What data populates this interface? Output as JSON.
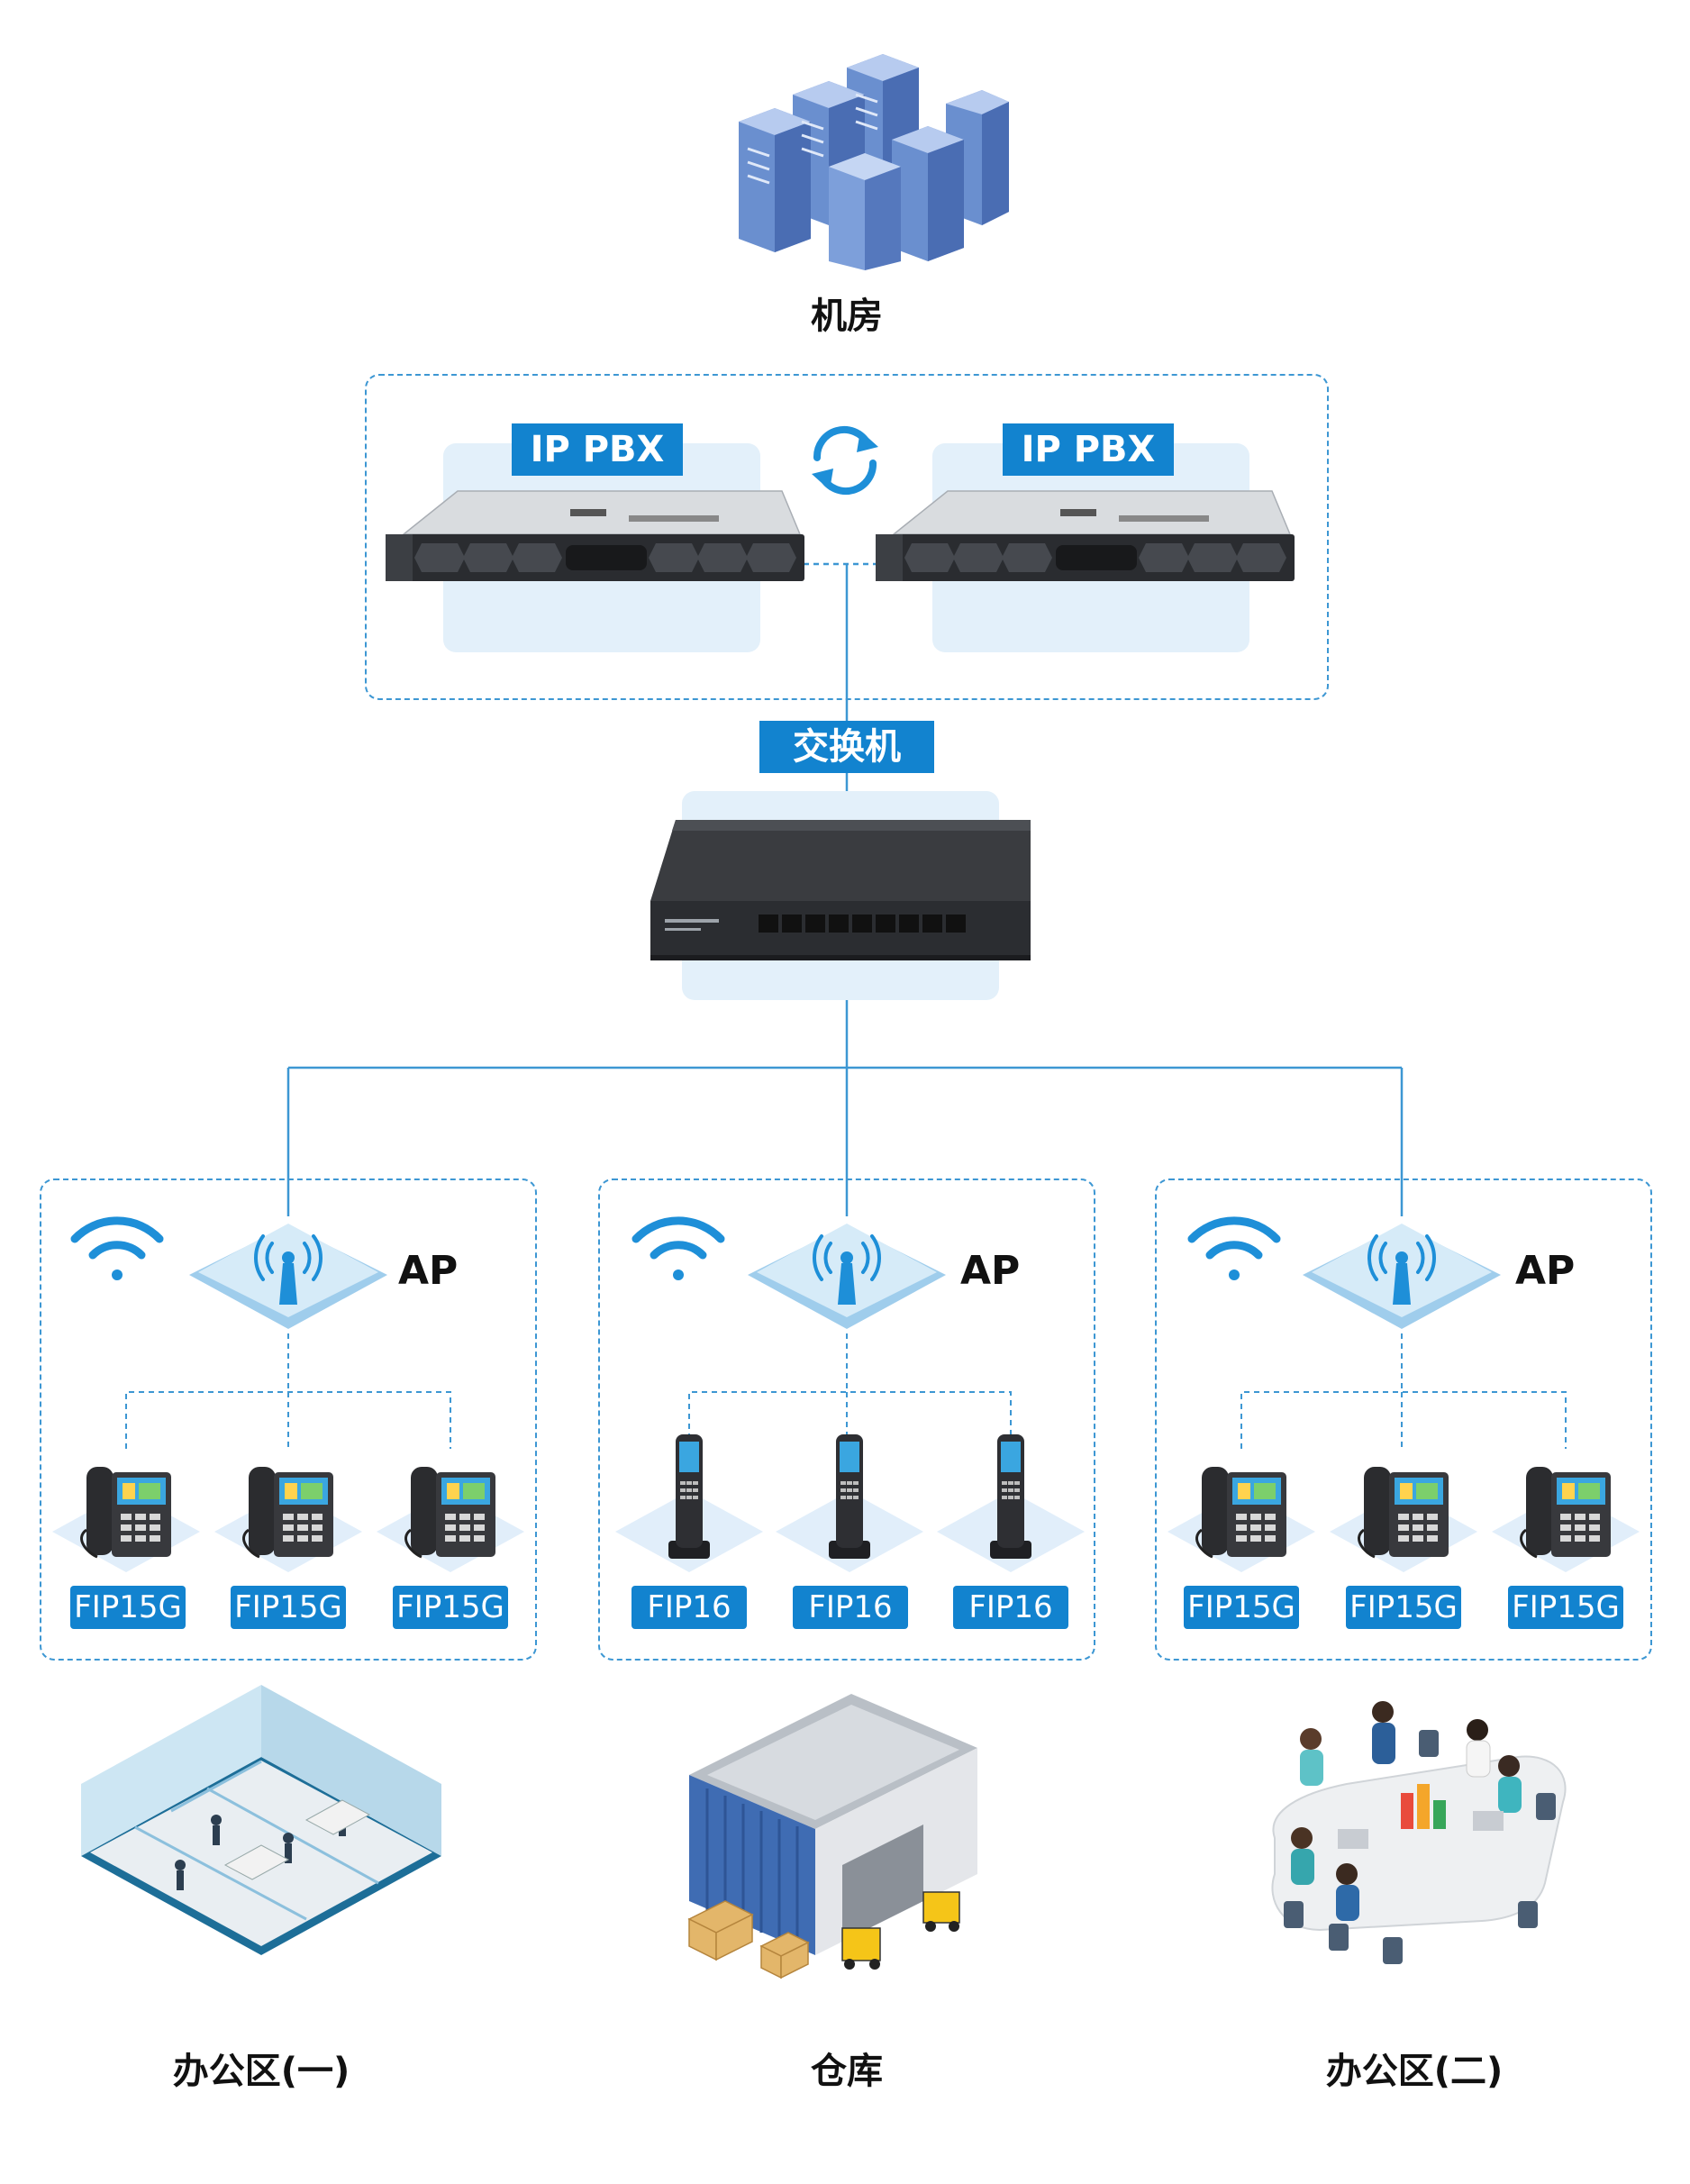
{
  "server_room": {
    "label": "机房",
    "icon": "server-racks-icon"
  },
  "pbx": {
    "left_label": "IP PBX",
    "right_label": "IP PBX",
    "sync_icon": "sync-arrows-icon"
  },
  "switch": {
    "label": "交换机",
    "icon": "network-switch-icon"
  },
  "zones": [
    {
      "ap_label": "AP",
      "phones": [
        "FIP15G",
        "FIP15G",
        "FIP15G"
      ],
      "phone_icon": "desk-phone-icon",
      "area_label": "办公区(一)",
      "area_icon": "office-floor-icon"
    },
    {
      "ap_label": "AP",
      "phones": [
        "FIP16",
        "FIP16",
        "FIP16"
      ],
      "phone_icon": "cordless-phone-icon",
      "area_label": "仓库",
      "area_icon": "warehouse-icon"
    },
    {
      "ap_label": "AP",
      "phones": [
        "FIP15G",
        "FIP15G",
        "FIP15G"
      ],
      "phone_icon": "desk-phone-icon",
      "area_label": "办公区(二)",
      "area_icon": "meeting-room-icon"
    }
  ],
  "colors": {
    "accent": "#1283cf",
    "line": "#3d97d3",
    "panel": "#e3f0fa"
  }
}
